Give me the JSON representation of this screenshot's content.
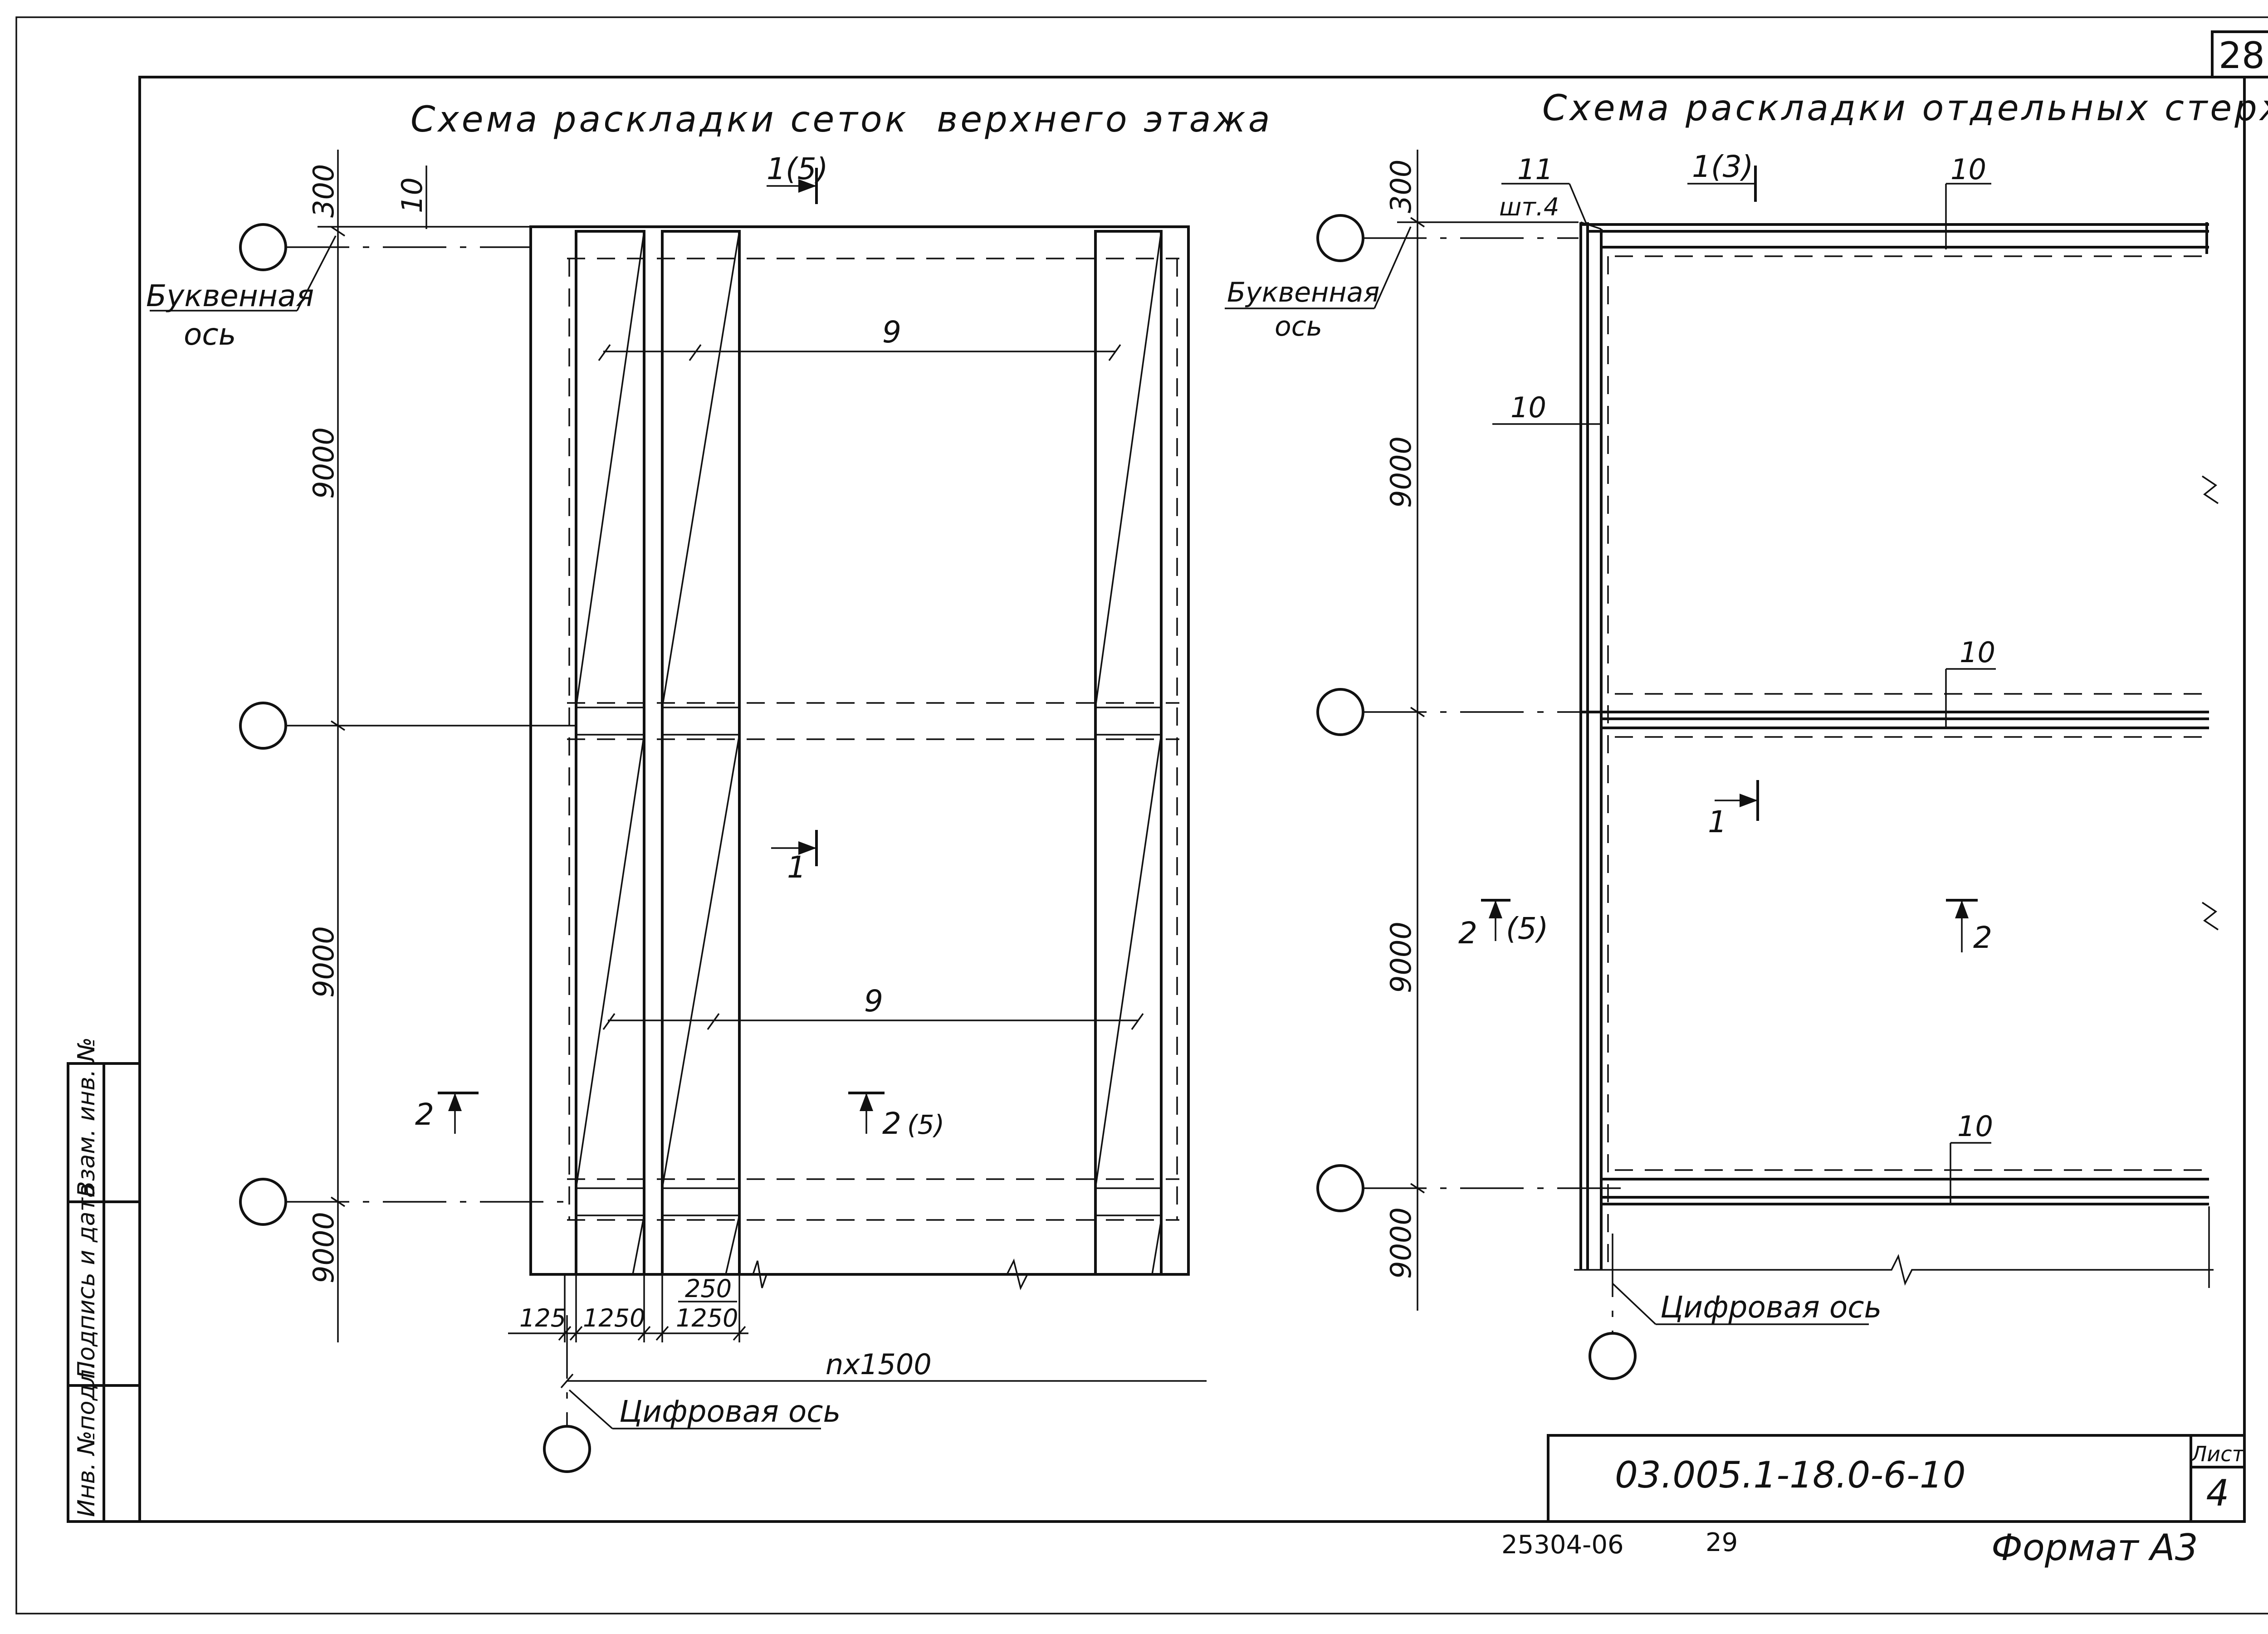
{
  "sheet": {
    "page_number": "28",
    "format_label": "Формат A3",
    "inventory_codes": [
      "25304-06",
      "29"
    ]
  },
  "title_block": {
    "document_code": "03.005.1-18.0-6-10",
    "sheet_label": "Лист",
    "sheet_number": "4"
  },
  "side_stamp": {
    "cells": [
      "Инв. №подл.",
      "Подпись и дата",
      "Взам. инв. №"
    ]
  },
  "left_scheme": {
    "title": "Схема раскладки сеток  верхнего этажа",
    "letter_axis_label": [
      "Буквенная",
      "ось"
    ],
    "digit_axis_label": "Цифровая ось",
    "vertical_dims": [
      "300",
      "9000",
      "9000",
      "9000"
    ],
    "top_callout": "10",
    "mesh_marks": [
      "9",
      "9"
    ],
    "bottom_dims": [
      "125",
      "1250",
      "250",
      "1250"
    ],
    "span_dim": "nx1500",
    "section_marks": {
      "top": "1(5)",
      "middle": "1",
      "left": "2",
      "center": "2",
      "center_ref": "(5)"
    }
  },
  "right_scheme": {
    "title": "Схема раскладки отдельных стержней",
    "letter_axis_label": [
      "Буквенная",
      "ось"
    ],
    "digit_axis_label": "Цифровая ось",
    "vertical_dims": [
      "300",
      "9000",
      "9000",
      "9000"
    ],
    "corner_callout": [
      "11",
      "шт.4"
    ],
    "bar_marks": [
      "10",
      "10",
      "10",
      "10"
    ],
    "section_marks": {
      "top": "1(3)",
      "middle": "1",
      "left": "2",
      "left_ref": "(5)",
      "right": "2"
    }
  }
}
